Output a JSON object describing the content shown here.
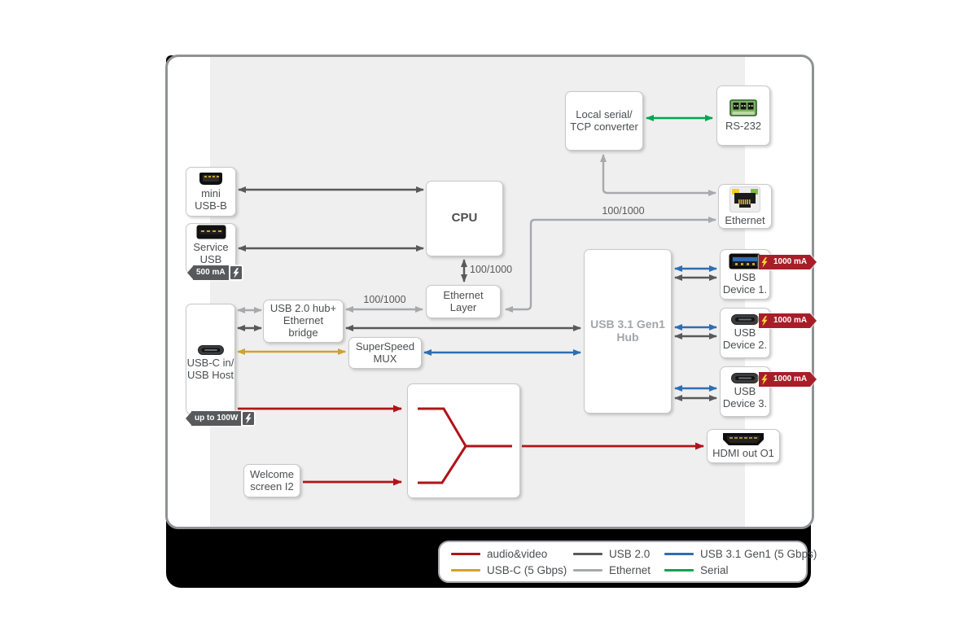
{
  "colors": {
    "audio_video": "#b11318",
    "usbc": "#cfa133",
    "usb2": "#58595b",
    "ethernet": "#a7a9ac",
    "usb31": "#2e6db4",
    "serial": "#00a651",
    "badge_dark": "#58595b",
    "badge_red": "#a81e28"
  },
  "nodes": {
    "mini_usb_b": {
      "label": "mini\nUSB-B"
    },
    "service_usb": {
      "label": "Service\nUSB",
      "badge": "500 mA"
    },
    "cpu": {
      "label": "CPU"
    },
    "ethernet_layer": {
      "label": "Ethernet\nLayer"
    },
    "local_serial": {
      "label": "Local serial/\nTCP converter"
    },
    "rs232": {
      "label": "RS-232"
    },
    "ethernet_port": {
      "label": "Ethernet"
    },
    "usb2_hub": {
      "label": "USB 2.0 hub+\nEthernet\nbridge"
    },
    "superspeed_mux": {
      "label": "SuperSpeed\nMUX"
    },
    "usbc_host": {
      "label": "USB-C in/\nUSB Host",
      "badge": "up to 100W"
    },
    "usb31_hub": {
      "label": "USB 3.1 Gen1\nHub"
    },
    "usb_device_1": {
      "label": "USB\nDevice 1.",
      "badge": "1000 mA"
    },
    "usb_device_2": {
      "label": "USB\nDevice 2.",
      "badge": "1000 mA"
    },
    "usb_device_3": {
      "label": "USB\nDevice 3.",
      "badge": "1000 mA"
    },
    "hdmi_out": {
      "label": "HDMI out O1"
    },
    "welcome_screen": {
      "label": "Welcome\nscreen I2"
    }
  },
  "edge_labels": {
    "cpu_eth_layer": "100/1000",
    "bridge_eth_layer": "100/1000",
    "eth_layer_port": "100/1000"
  },
  "legend": {
    "items": [
      {
        "label": "audio&video"
      },
      {
        "label": "USB 2.0"
      },
      {
        "label": "USB 3.1 Gen1 (5 Gbps)"
      },
      {
        "label": "USB-C (5 Gbps)"
      },
      {
        "label": "Ethernet"
      },
      {
        "label": "Serial"
      }
    ]
  }
}
